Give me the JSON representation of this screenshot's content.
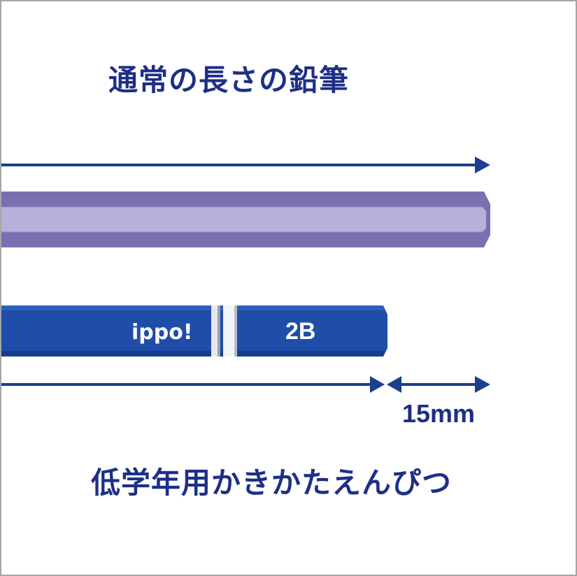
{
  "top_label": "通常の長さの鉛筆",
  "bottom_label": "低学年用かきかたえんぴつ",
  "pencil_brand": "ippo!",
  "pencil_grade": "2B",
  "length_difference_label": "15mm",
  "colors": {
    "text": "#1d2f86",
    "arrow": "#1b3f8f",
    "standard_pencil_dark": "#7a70b1",
    "standard_pencil_light": "#b7b0d9",
    "short_pencil_body": "#1f4da8",
    "short_pencil_dark": "#173f92",
    "border": "#a6a6a6"
  }
}
